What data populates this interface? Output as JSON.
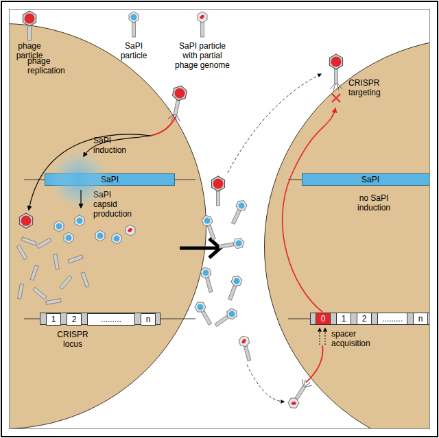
{
  "diagram": {
    "nodes": [
      {
        "text": [
          "phage replication",
          "SaPI induction",
          "SaPI capsid production"
        ]
      },
      {
        "text": [
          "SaPI"
        ],
        "in": 0
      },
      {
        "text": [
          "CRISPR locus"
        ],
        "in": 0
      },
      {
        "text": [
          "1"
        ],
        "in": 2
      },
      {
        "text": [
          "2"
        ],
        "in": 2
      },
      {
        "text": [
          "........."
        ],
        "in": 2
      },
      {
        "text": [
          "n"
        ],
        "in": 2
      },
      {
        "text": [
          "CRISPR targeting",
          "no SaPI induction",
          "spacer acquisition"
        ]
      },
      {
        "text": [
          "SaPI"
        ],
        "in": 7
      },
      {
        "text": [
          "0"
        ],
        "in": 7
      },
      {
        "text": [
          "1"
        ],
        "in": 7
      },
      {
        "text": [
          "2"
        ],
        "in": 7
      },
      {
        "text": [
          "........."
        ],
        "in": 7
      },
      {
        "text": [
          "n"
        ],
        "in": 7
      }
    ],
    "legend": [
      {
        "text": "phage particle"
      },
      {
        "text": "SaPI particle"
      },
      {
        "text": "SaPI particle with partial phage genome"
      }
    ]
  }
}
